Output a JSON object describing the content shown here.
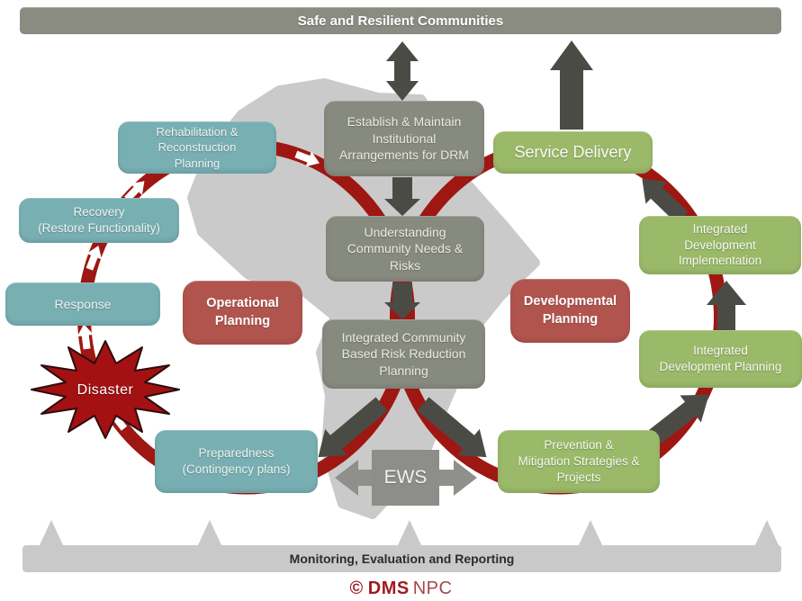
{
  "banner": {
    "title": "Safe and Resilient Communities"
  },
  "center_column": {
    "establish": "Establish & Maintain\nInstitutional\nArrangements for DRM",
    "understanding": "Understanding\nCommunity Needs &\nRisks",
    "integrated_planning": "Integrated Community\nBased Risk Reduction\nPlanning",
    "ews": "EWS"
  },
  "response_cycle": {
    "rehabilitation": "Rehabilitation &\nReconstruction\nPlanning",
    "recovery": "Recovery\n(Restore Functionality)",
    "response": "Response",
    "disaster": "Disaster",
    "preparedness": "Preparedness\n(Contingency plans)",
    "operational_planning": "Operational\nPlanning"
  },
  "development_cycle": {
    "service_delivery": "Service Delivery",
    "implementation": "Integrated\nDevelopment\nImplementation",
    "planning": "Integrated\nDevelopment Planning",
    "prevention": "Prevention &\nMitigation Strategies &\nProjects",
    "developmental_planning": "Developmental\nPlanning"
  },
  "footer": {
    "bar_label": "Monitoring, Evaluation and Reporting",
    "logo_copyright": "©",
    "logo_dms": "DMS",
    "logo_npc": "NPC"
  },
  "colors": {
    "banner_gray": "#8a8b81",
    "process_gray": "#878a7f",
    "teal": "#77afb3",
    "green": "#9ab969",
    "planning_red": "#b1544e",
    "cycle_ring_red": "#9e1713",
    "disaster_red": "#a31113",
    "dark_arrow": "#4b4b46",
    "light_gray": "#c9c9c9",
    "ews_gray": "#8d8d8a"
  }
}
